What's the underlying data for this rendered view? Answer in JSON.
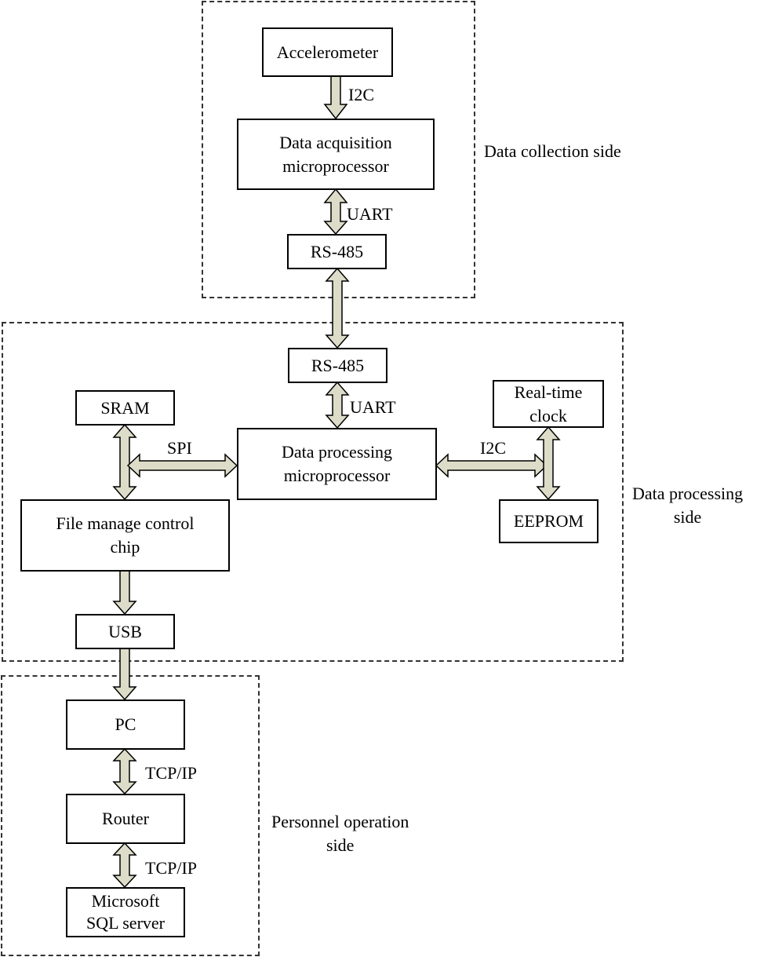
{
  "zones": {
    "collection": {
      "label": "Data collection side"
    },
    "processing": {
      "label": "Data processing\nside"
    },
    "personnel": {
      "label": "Personnel operation\nside"
    }
  },
  "blocks": {
    "accelerometer": "Accelerometer",
    "acquisition_mcu": "Data acquisition\nmicroprocessor",
    "rs485_top": "RS-485",
    "rs485_mid": "RS-485",
    "sram": "SRAM",
    "processing_mcu": "Data processing\nmicroprocessor",
    "rtc": "Real-time\nclock",
    "eeprom": "EEPROM",
    "file_chip": "File manage control\nchip",
    "usb": "USB",
    "pc": "PC",
    "router": "Router",
    "sql": "Microsoft\nSQL server"
  },
  "links": {
    "accel_to_acq": "I2C",
    "acq_to_rs485": "UART",
    "rs485_to_proc": "UART",
    "spi": "SPI",
    "i2c_proc": "I2C",
    "pc_router": "TCP/IP",
    "router_sql": "TCP/IP"
  },
  "colors": {
    "arrow_fill": "#dcdcc8",
    "stroke": "#000000"
  }
}
